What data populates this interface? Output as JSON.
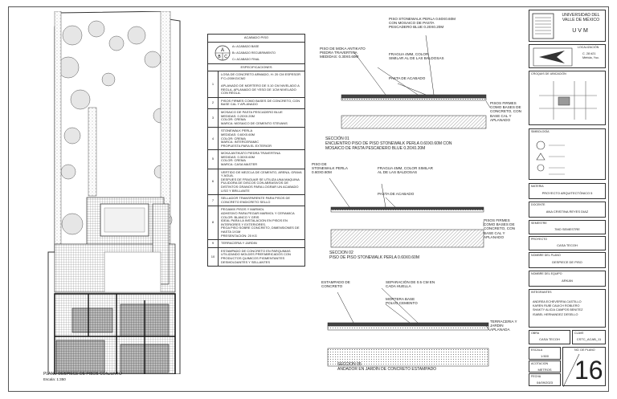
{
  "plan": {
    "title": "PLANO DESPIECE DE PISOS CONJUNTO",
    "scale": "Escala: 1:350"
  },
  "spec_table": {
    "header": "ACABADO PISO",
    "legend_symbol": [
      "A",
      "B",
      "C"
    ],
    "legend": [
      "A= ACABADO BASE",
      "B= ACABADO RECUBRIMIENTO",
      "C= ACABADO FINAL"
    ],
    "spec_header": "ESPECIFICACIONES",
    "rows": [
      {
        "n": "1",
        "text": "LOSA DE CONCRETO ARMADO, H: 20 CM ESPESOR F'C=200KG/CM2\n\nAPLANADO DE MORTERO DE 0.10 CM NIVELADO A REGLA, APLANADO DE YESO DE 1CM NIVELADO CON REGLA."
      },
      {
        "n": "2",
        "text": "PISOS FIRMES COMO BASES DE CONCRETO, CON BASE CAL Y APLANADO"
      },
      {
        "n": "3",
        "text": "MOSAICO DE PASTA PESCADERO BLUE\nMEDIDAS: 0.20X0.20M\nCOLOR: CREMA\nMARCA: MOSAICO DE CEMENTO STEVANS"
      },
      {
        "n": "4",
        "text": "STONEWALK PERLA\nMEDIDAS: 0.60X0.60M\nCOLOR: CREMA\nMARCA: INTERCERAMIC\nPROPUESTA PARA EL EXTERIOR"
      },
      {
        "n": "5",
        "text": "MOKA ANTIKATO PIEDRA TRAVERTINA\nMEDIDAS: 0.30X0.60M\nCOLOR: CREMA\nMARCA: CASA MASTER"
      },
      {
        "n": "6",
        "text": "VERTIDO DE MEZCLA DE CEMENTO, ARENA, GRAVA Y AGUA.\nDESPUES DE FRAGUAR SE UTILIZA UNA MAQUINA PULIDORA DE DISCOS CON ABRASIVOS DE DISTINTOS GRANOS PARA LOGRAR UN ACABADO LISO Y BRILLANTE"
      },
      {
        "n": "7",
        "text": "SELLADOR TRANSPARENTE PARA PISOS DE CONCRETO ENDICRETO SELLO"
      },
      {
        "n": "8",
        "text": "PEGAMIX PISOS Y MARMOL\nADHESIVO PARA PEGAR MARMOL Y CERAMICA\nCOLOR:        BLANCO Y GRIS\nIDEAL PARA LA INSTALACION EN PISOS EN INTERIORES Y EXTERIORES.\nPEGA PISO SOBRE CONCRETO, DIMENSIONES DE HASTA 1X1M\nPRESENTACION: 20 KG"
      },
      {
        "n": "9",
        "text": "TERRACERIA Y JARDIN"
      },
      {
        "n": "10",
        "text": "ESTAMPADO DE CONCRETO EN PARQUIMAS UTILIZANDO MOLDES PREFABRICADOS CON PRODUCTOS QUIMICOS PIGMENTANTES DESMOLDANTES Y SELLANTES"
      }
    ]
  },
  "sections": {
    "s1": {
      "label_top": "PISO STONEWALK PERLA 0.60X0.60M\nCON MOSAICO DE PASTA\nPESCADERO BLUE 0.20X0.20M",
      "label_left": "PISO DE MOKA ANTIKATO\nPIEDRA TRAVERTINA\nMEDIDAS: 0.30X0.60M",
      "label_mid": "FRAGUA 4mm, COLOR\nSIMILAR AL DE LAS BALDOSAS",
      "label_finish": "PASTA DE ACABADO",
      "label_right": "PISOS FIRMES\nCOMO BASES DE\nCONCRETO, CON\nBASE CAL Y\nAPLANADO",
      "section": "SECCIÓN 01",
      "caption": "ENCUENTRO PISO DE PISO STONEWALK PERLA 0.60X0.60M CON\nMOSAICO DE PASTA PESCADERO BLUE 0.20X0.20M"
    },
    "s2": {
      "label_left": "PISO DE\nSTONEWALK PERLA\n0.60X0.60M",
      "label_mid": "FRAGUA 4mm, COLOR SIMILAR\nAL DE LAS BALDOSAS",
      "label_finish": "PASTA DE ACABADO",
      "label_right": "PISOS FIRMES\nCOMO BASES DE\nCONCRETO, CON\nBASE CAL Y\nAPLANADO",
      "section": "SECCION 02",
      "caption": "PISO DE PISO STONEWALK PERLA 0.60X0.60M"
    },
    "s3": {
      "label_left": "ESTAMPADO DE\nCONCRETO",
      "label_mid": "SEPARACIÓN DE 0.5 CM EN\nCADA  HUELLA",
      "label_base": "MORTERA BASE\nPOLVO CEMENTO",
      "label_right": "TERRACERIA Y\nJARDIN\nAPLANADA",
      "section": "SECCION 05",
      "caption": "ANDADOR EN JARDÍN DE CONCRETO ESTAMPADO"
    }
  },
  "title_block": {
    "university": "UNIVERSIDAD DEL\nVALLE DE MÉXICO",
    "university_abbr": "UVM",
    "localizacion_label": "LOCALIZACIÓN",
    "localizacion_val": "C. 28 #21\nMérida, Yuc.",
    "croquis_label": "CROQUIS DE UBICACIÓN",
    "simbologia_label": "SIMBOLOGÍA",
    "materia_label": "MATERIA",
    "materia": "PROYECTO ARQUITECTÓNICO 5",
    "docente_label": "DOCENTE",
    "docente": "ANA CRISTINA REYES DIAZ",
    "semestre_label": "SEMESTRE",
    "semestre": "7MO SEMESTRE",
    "proyecto_label": "PROYECTO",
    "proyecto": "CASA TECOH",
    "plano_label": "NOMBRE DEL PLANO",
    "plano": "DESPIECE DE PISO",
    "equipo_label": "NOMBRE DEL EQUIPO",
    "equipo": "ARKAN",
    "integrantes_label": "INTEGRANTES",
    "integrantes": [
      "ANDREA ECHEVERRIA CASTILLO",
      "KAREN RUBÍ CAUICH ROBLERO",
      "SHAKTY ALICIA CAMPOS BENITEZ",
      "ISABEL HERNANDEZ DESELLO"
    ],
    "obra_label": "OBRA",
    "obra": "CASA TECOH",
    "clave_label": "CLAVE",
    "clave": "CSTC_ACAB_11",
    "escala_label": "ESCALA",
    "escala": "1:500",
    "acot_label": "ACOTACION",
    "acot": "METROS",
    "fecha_label": "FECHA",
    "fecha": "04/09/2023",
    "plano_no_label": "No. DE PLANO",
    "plano_no": "16"
  }
}
